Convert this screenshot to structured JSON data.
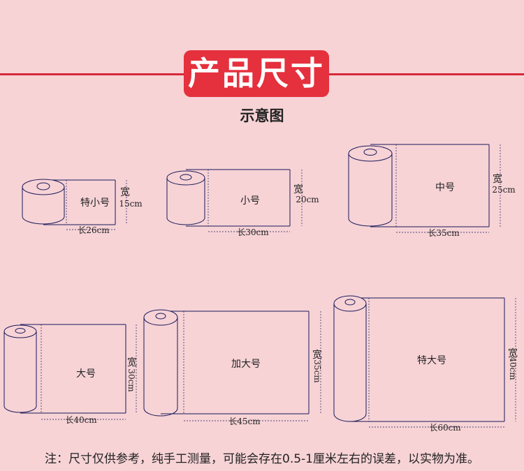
{
  "header": {
    "title": "产品尺寸",
    "subtitle": "示意图"
  },
  "sizes": [
    {
      "name": "特小号",
      "width_label": "宽",
      "width_value": "15cm",
      "length_label": "长26cm"
    },
    {
      "name": "小号",
      "width_label": "宽",
      "width_value": "20cm",
      "length_label": "长30cm"
    },
    {
      "name": "中号",
      "width_label": "宽",
      "width_value": "25cm",
      "length_label": "长35cm"
    },
    {
      "name": "大号",
      "width_label": "宽",
      "width_value": "30cm",
      "length_label": "长40cm"
    },
    {
      "name": "加大号",
      "width_label": "宽",
      "width_value": "35cm",
      "length_label": "长45cm"
    },
    {
      "name": "特大号",
      "width_label": "宽",
      "width_value": "40cm",
      "length_label": "长60cm"
    }
  ],
  "footnote": "注：尺寸仅供参考，纯手工测量，可能会存在0.5-1厘米左右的误差，以实物为准。",
  "colors": {
    "background": "#f7d3d6",
    "accent": "#e5303d",
    "line": "#1a1a5a"
  }
}
